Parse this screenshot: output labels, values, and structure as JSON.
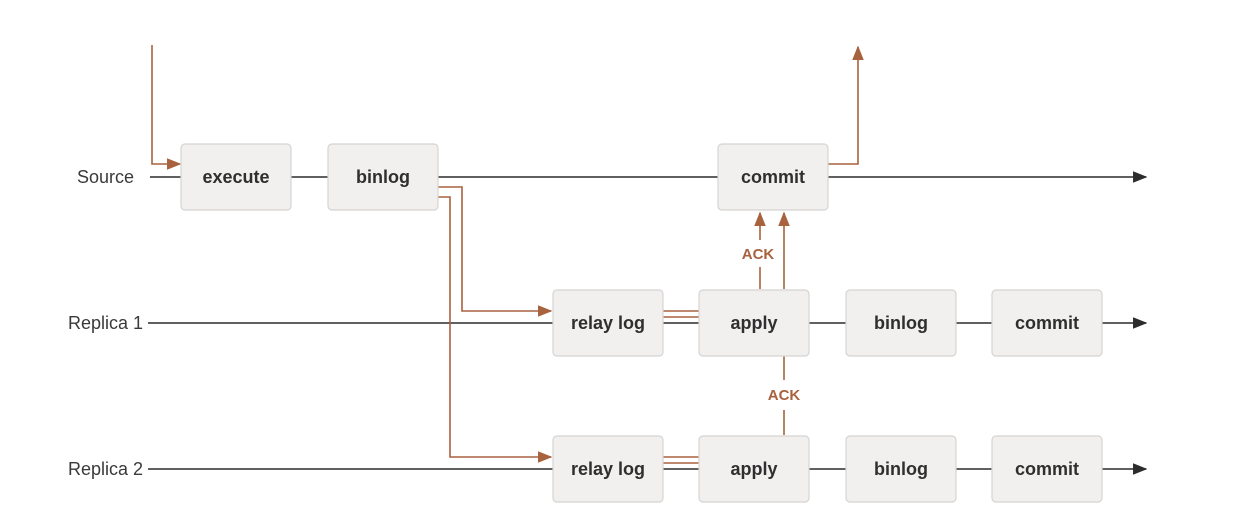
{
  "lanes": {
    "source": "Source",
    "replica1": "Replica 1",
    "replica2": "Replica 2"
  },
  "source_steps": {
    "execute": "execute",
    "binlog": "binlog",
    "commit": "commit"
  },
  "replica1_steps": {
    "relay_log": "relay log",
    "apply": "apply",
    "binlog": "binlog",
    "commit": "commit"
  },
  "replica2_steps": {
    "relay_log": "relay log",
    "apply": "apply",
    "binlog": "binlog",
    "commit": "commit"
  },
  "acks": {
    "replica1_ack": "ACK",
    "replica2_ack": "ACK"
  },
  "colors": {
    "flow": "#a8623e",
    "timeline": "#2c2c2c",
    "box_fill": "#f1f0ef"
  }
}
